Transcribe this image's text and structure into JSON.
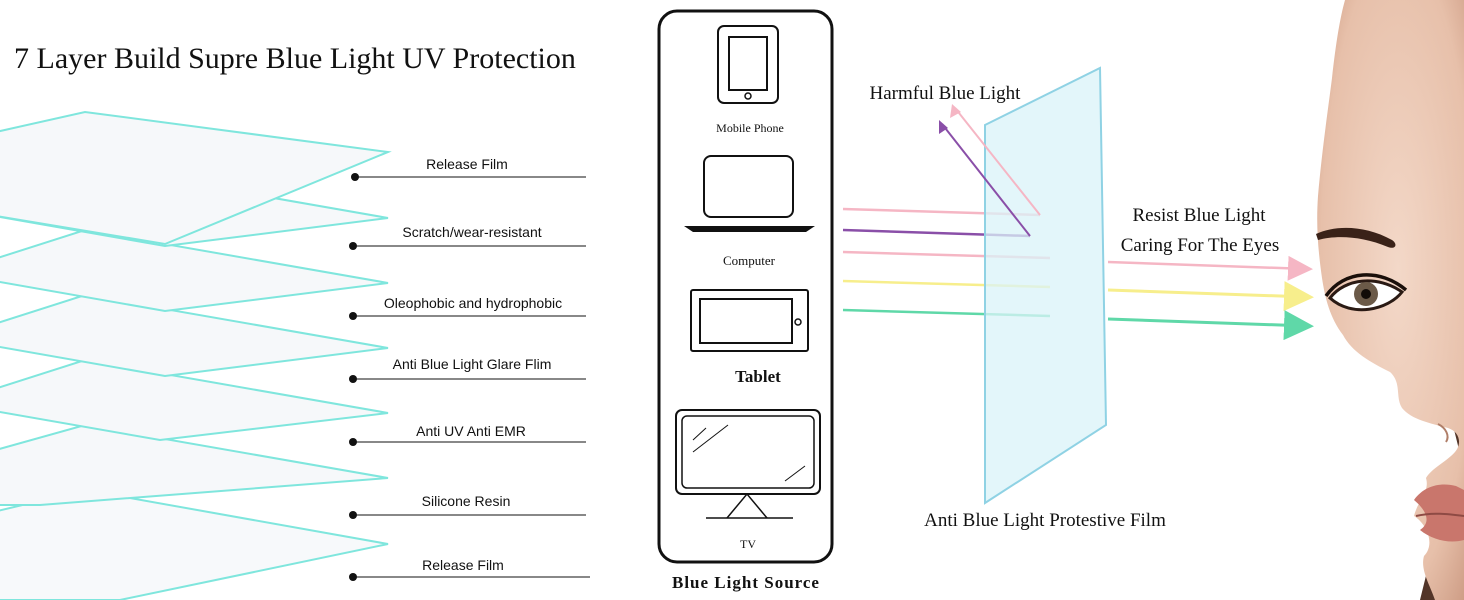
{
  "title": "7 Layer Build Supre Blue Light UV Protection",
  "layers": [
    {
      "label": "Release Film"
    },
    {
      "label": "Scratch/wear-resistant"
    },
    {
      "label": "Oleophobic and hydrophobic"
    },
    {
      "label": "Anti Blue Light Glare Flim"
    },
    {
      "label": "Anti UV Anti EMR"
    },
    {
      "label": "Silicone Resin"
    },
    {
      "label": "Release Film"
    }
  ],
  "devices": {
    "phone": "Mobile Phone",
    "computer": "Computer",
    "tablet": "Tablet",
    "tv": "TV",
    "source_label": "Blue Light Source"
  },
  "filter": {
    "harmful_label": "Harmful Blue Light",
    "resist_line1": "Resist Blue Light",
    "resist_line2": "Caring For The Eyes",
    "film_label": "Anti Blue Light Protestive Film"
  },
  "colors": {
    "layer_edge": "#7fe6dd",
    "film": "#d9f3f8",
    "film_edge": "#8fd2e4",
    "ray_pink": "#f5b6c4",
    "ray_purple": "#8a4fa8",
    "ray_yellow": "#f7ee8c",
    "ray_green": "#5fd8a8"
  }
}
